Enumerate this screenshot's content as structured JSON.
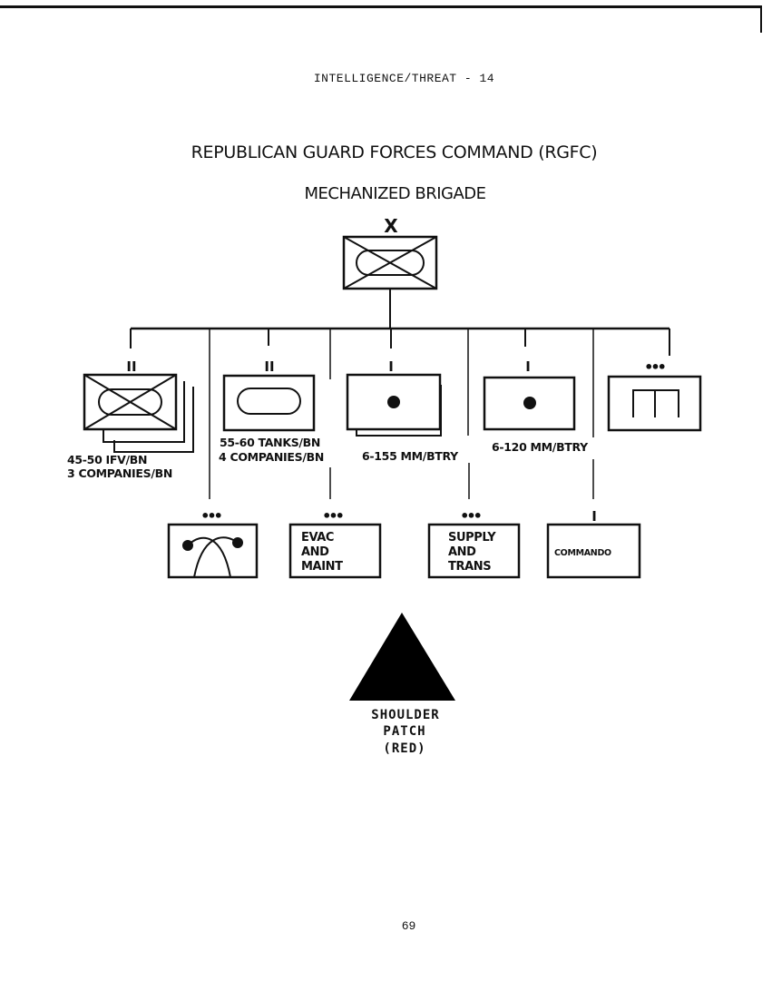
{
  "header": "INTELLIGENCE/THREAT - 14",
  "title": "REPUBLICAN GUARD FORCES COMMAND (RGFC)",
  "subtitle": "MECHANIZED BRIGADE",
  "page_number": "69",
  "headquarters": {
    "echelon": "X",
    "symbol": "mechanized-infantry-icon"
  },
  "first_row": [
    {
      "echelon": "II",
      "symbol": "mechanized-infantry-icon",
      "stacked": 3,
      "label_lines": [
        "45-50 IFV/BN",
        "3 COMPANIES/BN"
      ]
    },
    {
      "echelon": "II",
      "symbol": "armor-icon",
      "stacked": 1,
      "label_lines": [
        "55-60 TANKS/BN",
        "4 COMPANIES/BN"
      ]
    },
    {
      "echelon": "I",
      "symbol": "artillery-icon",
      "stacked": 2,
      "label_lines": [
        "6-155 MM/BTRY"
      ]
    },
    {
      "echelon": "I",
      "symbol": "artillery-icon",
      "stacked": 1,
      "label_lines": [
        "6-120 MM/BTRY"
      ]
    },
    {
      "echelon": "•••",
      "symbol": "engineer-icon",
      "stacked": 1,
      "label_lines": []
    }
  ],
  "second_row": [
    {
      "echelon": "•••",
      "symbol": "signal-icon",
      "label_lines": []
    },
    {
      "echelon": "•••",
      "symbol": "text",
      "label_lines": [
        "EVAC",
        "AND",
        "MAINT"
      ]
    },
    {
      "echelon": "•••",
      "symbol": "text",
      "label_lines": [
        "SUPPLY",
        "AND",
        "TRANS"
      ]
    },
    {
      "echelon": "I",
      "symbol": "text",
      "label_lines": [
        "COMMANDO"
      ]
    }
  ],
  "shoulder_patch": {
    "label_lines": [
      "SHOULDER",
      "PATCH",
      "(RED)"
    ],
    "color": "#000000"
  }
}
